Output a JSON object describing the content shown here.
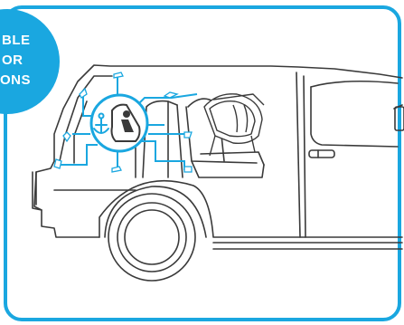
{
  "badge": {
    "line1": "BLE",
    "line2": "OR",
    "line3": "ONS"
  },
  "colors": {
    "accent": "#1aa7e0",
    "outline": "#3a3a3a",
    "background": "#ffffff"
  },
  "icons": [
    "car-seat-icon",
    "isofix-anchor-icon",
    "anchor-point-icon"
  ]
}
